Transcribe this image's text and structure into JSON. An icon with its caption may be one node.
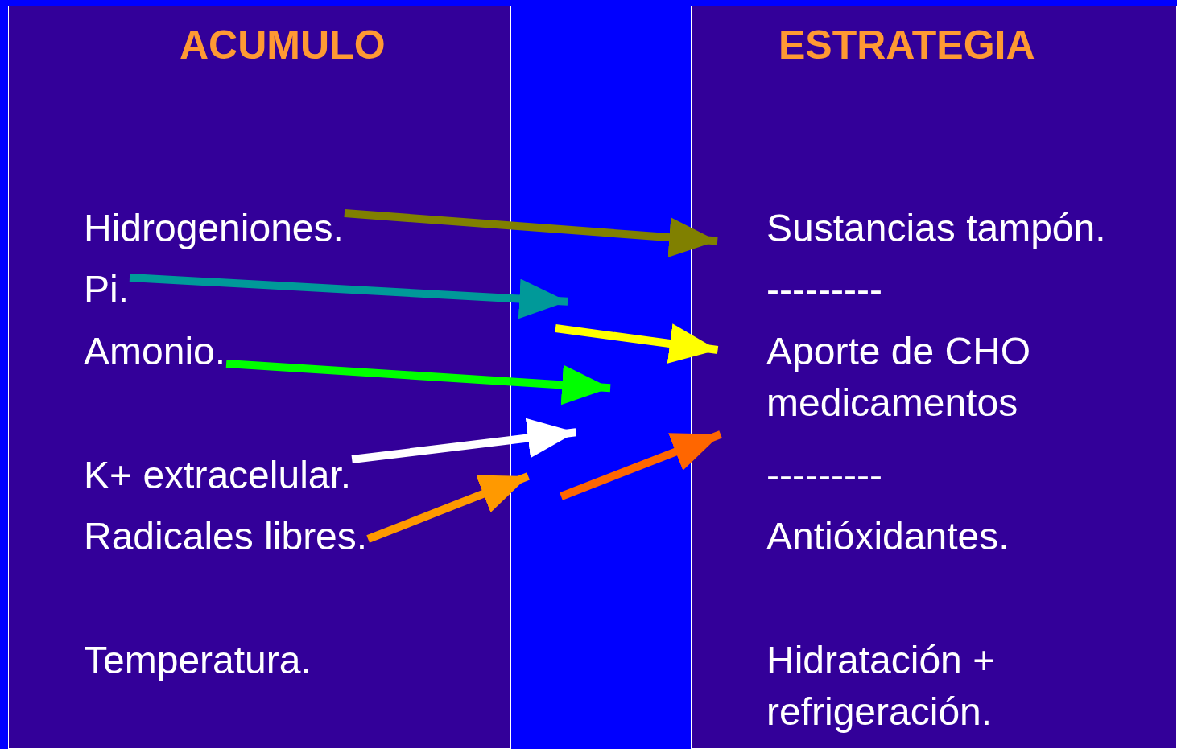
{
  "diagram": {
    "nodes": [
      {
        "text": [
          "ACUMULO"
        ]
      },
      {
        "text": [
          "Hidrogeniones."
        ],
        "in": 0
      },
      {
        "text": [
          "Pi."
        ],
        "in": 0
      },
      {
        "text": [
          "Amonio."
        ],
        "in": 0
      },
      {
        "text": [
          "K+ extracelular."
        ],
        "in": 0
      },
      {
        "text": [
          "Radicales libres."
        ],
        "in": 0
      },
      {
        "text": [
          "Temperatura."
        ],
        "in": 0
      },
      {
        "text": [
          "ESTRATEGIA"
        ]
      },
      {
        "text": [
          "Sustancias tampón."
        ],
        "in": 7
      },
      {
        "text": [
          "---------"
        ],
        "in": 7
      },
      {
        "text": [
          "Aporte de CHO medicamentos"
        ],
        "in": 7
      },
      {
        "text": [
          "---------"
        ],
        "in": 7
      },
      {
        "text": [
          "Antióxidantes."
        ],
        "in": 7
      },
      {
        "text": [
          "Hidratación + refrigeración."
        ],
        "in": 7
      }
    ],
    "edges": [
      {
        "from": 1,
        "to": 8,
        "arrow": "to",
        "color": "#808000"
      },
      {
        "from": 2,
        "to": null,
        "arrow": "to",
        "color": "#009999"
      },
      {
        "from": null,
        "to": 10,
        "arrow": "to",
        "color": "#ffff00"
      },
      {
        "from": 3,
        "to": null,
        "arrow": "to",
        "color": "#00ff00"
      },
      {
        "from": 4,
        "to": null,
        "arrow": "to",
        "color": "#ffffff"
      },
      {
        "from": 5,
        "to": null,
        "arrow": "to",
        "color": "#ff9900"
      },
      {
        "from": null,
        "to": 10,
        "arrow": "to",
        "color": "#ff6600"
      }
    ]
  }
}
